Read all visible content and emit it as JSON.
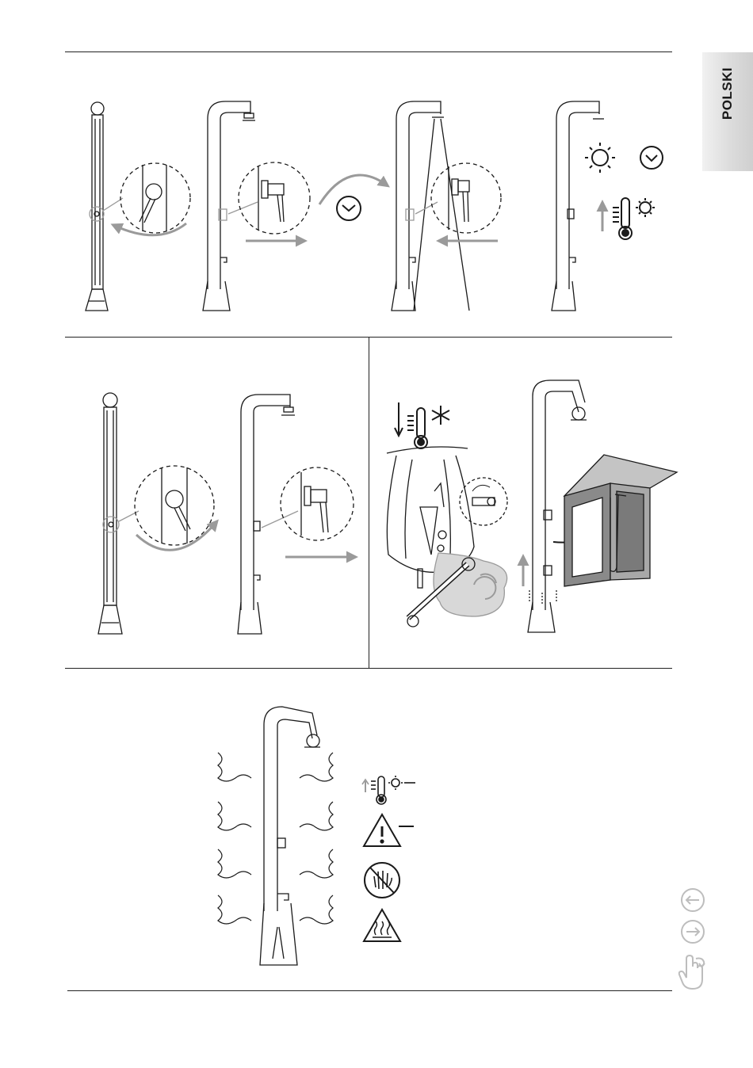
{
  "page": {
    "language_tab": "POLSKI"
  },
  "colors": {
    "line": "#1a1a1a",
    "gray_arrow": "#9a9a9a",
    "tab_gradient_start": "#f1f1f1",
    "tab_gradient_end": "#cfcfcf",
    "nav_icon": "#bdbdbd"
  },
  "icons": {
    "top_row": [
      "sun-icon",
      "clock-icon",
      "thermometer-sun-icon",
      "up-arrow-icon"
    ],
    "middle_right": [
      "thermometer-snow-icon",
      "wrench-icon",
      "rotate-icon"
    ],
    "bottom": [
      "thermometer-sun-icon",
      "warning-icon",
      "no-touch-icon",
      "hot-surface-icon"
    ],
    "navigation": [
      "prev-page-icon",
      "next-page-icon",
      "back-hand-icon"
    ]
  },
  "navigation": {
    "prev": "prev-page",
    "next": "next-page",
    "back": "back-to-index"
  }
}
